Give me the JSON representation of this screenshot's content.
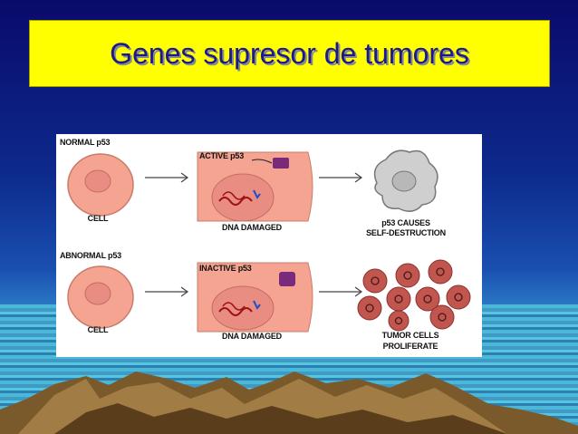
{
  "slide": {
    "title": "Genes supresor de tumores"
  },
  "figure": {
    "rows": [
      {
        "heading": "NORMAL p53",
        "cell_label": "CELL",
        "protein_label": "ACTIVE p53",
        "damaged_label": "DNA DAMAGED",
        "outcome_line1": "p53 CAUSES",
        "outcome_line2": "SELF-DESTRUCTION"
      },
      {
        "heading": "ABNORMAL p53",
        "cell_label": "CELL",
        "protein_label": "INACTIVE p53",
        "damaged_label": "DNA DAMAGED",
        "outcome_line1": "TUMOR CELLS",
        "outcome_line2": "PROLIFERATE"
      }
    ]
  },
  "colors": {
    "title_bg": "#ffff00",
    "title_text": "#1a1a8c",
    "cell_fill": "#f4a490",
    "nucleus_fill": "#e98d82",
    "active_p53": "#7a2a7a",
    "dead_cell": "#cfcfcf",
    "tumor_cell": "#c0564e"
  }
}
